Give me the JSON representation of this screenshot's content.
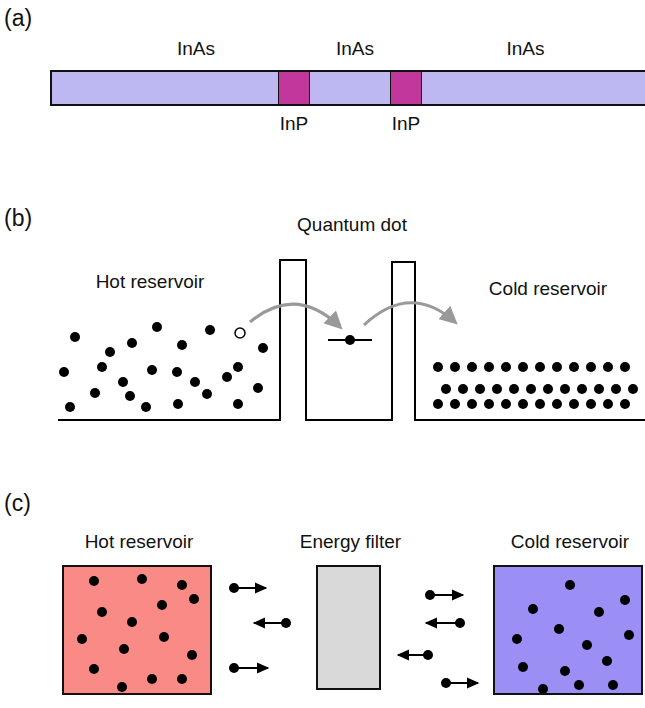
{
  "diagram": {
    "nodes": [
      {
        "text": [
          "InAs"
        ]
      },
      {
        "text": [
          "InP"
        ]
      },
      {
        "text": [
          "InAs"
        ]
      },
      {
        "text": [
          "InP"
        ]
      },
      {
        "text": [
          "InAs"
        ]
      },
      {
        "text": [
          "Hot reservoir"
        ]
      },
      {
        "text": [
          "Energy filter"
        ]
      },
      {
        "text": [
          "Cold reservoir"
        ]
      }
    ],
    "labels": [
      "(a)",
      "(b)",
      "Quantum dot",
      "Hot reservoir",
      "Cold reservoir",
      "(c)"
    ]
  }
}
